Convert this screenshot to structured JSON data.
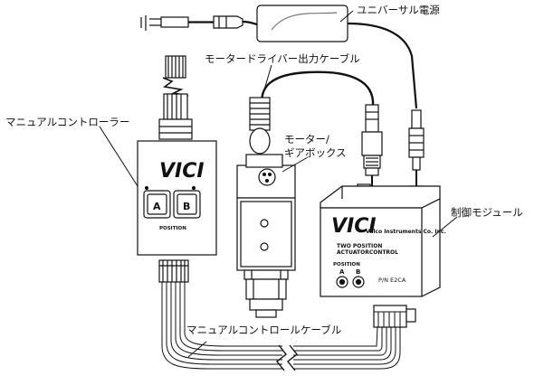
{
  "labels": {
    "universal_power": "ユニバーサル電源",
    "motor_driver_cable": "モータードライバー出力ケーブル",
    "manual_controller": "マニュアルコントローラー",
    "motor_gearbox_line1": "モーター/",
    "motor_gearbox_line2": "ギアボックス",
    "control_module": "制御モジュール",
    "manual_control_cable": "マニュアルコントロールケーブル"
  },
  "controller": {
    "logo": "VICI",
    "button_a": "A",
    "button_b": "B",
    "position_label": "POSITION"
  },
  "module": {
    "logo": "VICI",
    "company": "Valco Instruments Co. Inc.",
    "title_line1": "TWO POSITION",
    "title_line2": "ACTUATORCONTROL",
    "position_label": "POSITION",
    "jack_a": "A",
    "jack_b": "B",
    "part_number": "P/N  E2CA"
  },
  "colors": {
    "line": "#111111",
    "fill": "#ffffff",
    "shade": "#dddddd"
  }
}
